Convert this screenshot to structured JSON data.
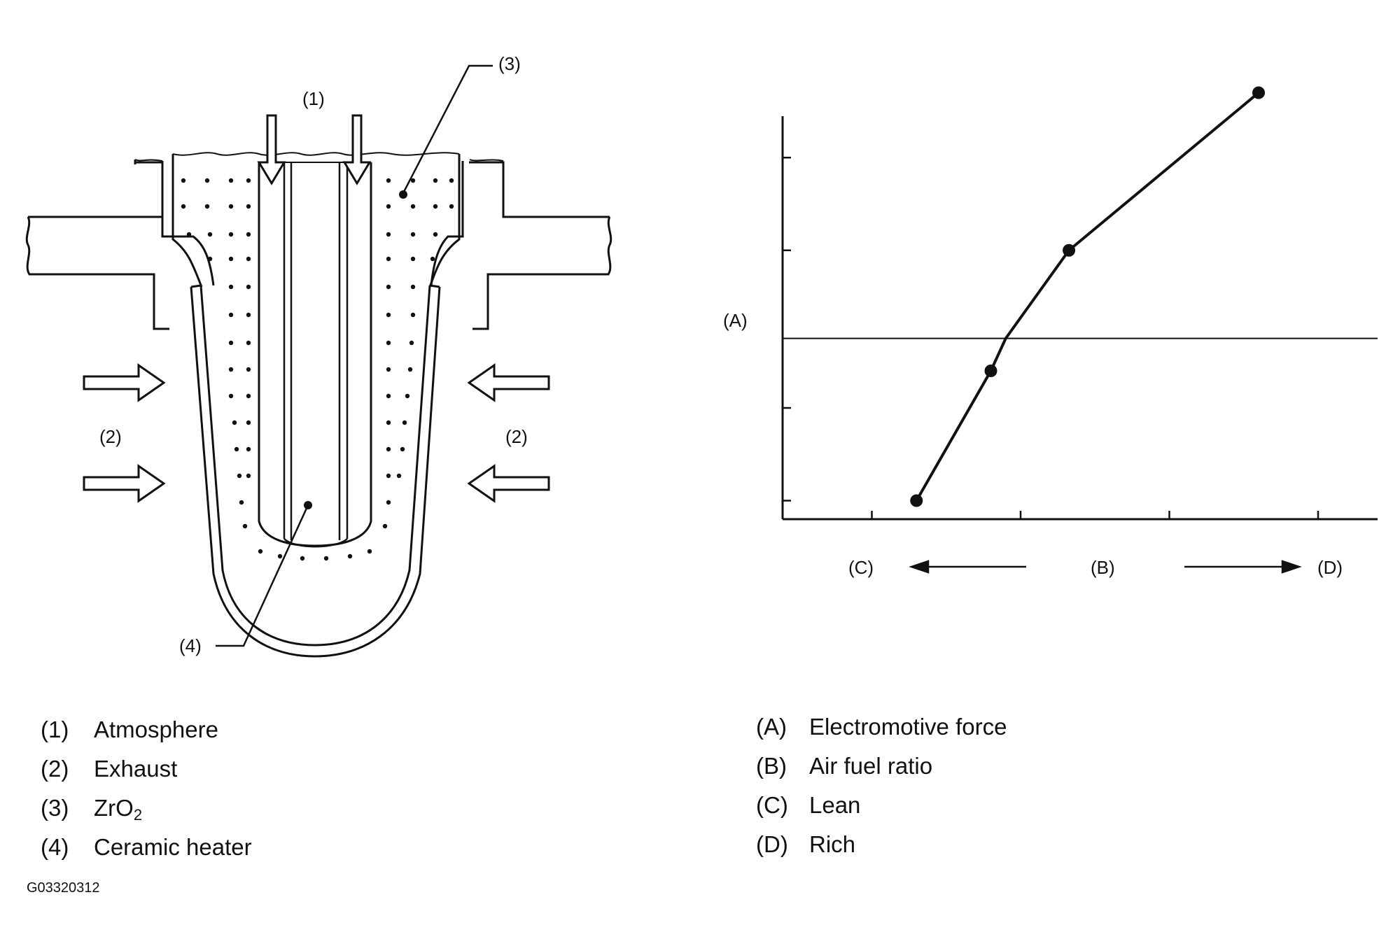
{
  "diagram": {
    "callouts": {
      "atmosphere": "(1)",
      "exhaust_left": "(2)",
      "exhaust_right": "(2)",
      "zro2": "(3)",
      "heater": "(4)"
    }
  },
  "chart_data": {
    "type": "line",
    "title": "",
    "ylabel": "(A)",
    "xlabel": "(B)",
    "x_left_label": "(C)",
    "x_right_label": "(D)",
    "grid": false,
    "xlim": [
      0,
      8
    ],
    "ylim": [
      0,
      8
    ],
    "reference_line_y": 3.9,
    "series": [
      {
        "x": [
          1.8,
          2.8,
          3.0,
          3.85,
          6.4
        ],
        "y": [
          0.4,
          3.2,
          3.9,
          5.8,
          9.2
        ],
        "markers": [
          true,
          true,
          false,
          true,
          true
        ]
      }
    ]
  },
  "legend_left": [
    {
      "tag": "(1)",
      "text": "Atmosphere"
    },
    {
      "tag": "(2)",
      "text": "Exhaust"
    },
    {
      "tag": "(3)",
      "text_main": "ZrO",
      "text_sub": "2"
    },
    {
      "tag": "(4)",
      "text": "Ceramic heater"
    }
  ],
  "legend_right": [
    {
      "tag": "(A)",
      "text": "Electromotive force"
    },
    {
      "tag": "(B)",
      "text": "Air fuel ratio"
    },
    {
      "tag": "(C)",
      "text": "Lean"
    },
    {
      "tag": "(D)",
      "text": "Rich"
    }
  ],
  "figure_code": "G03320312"
}
